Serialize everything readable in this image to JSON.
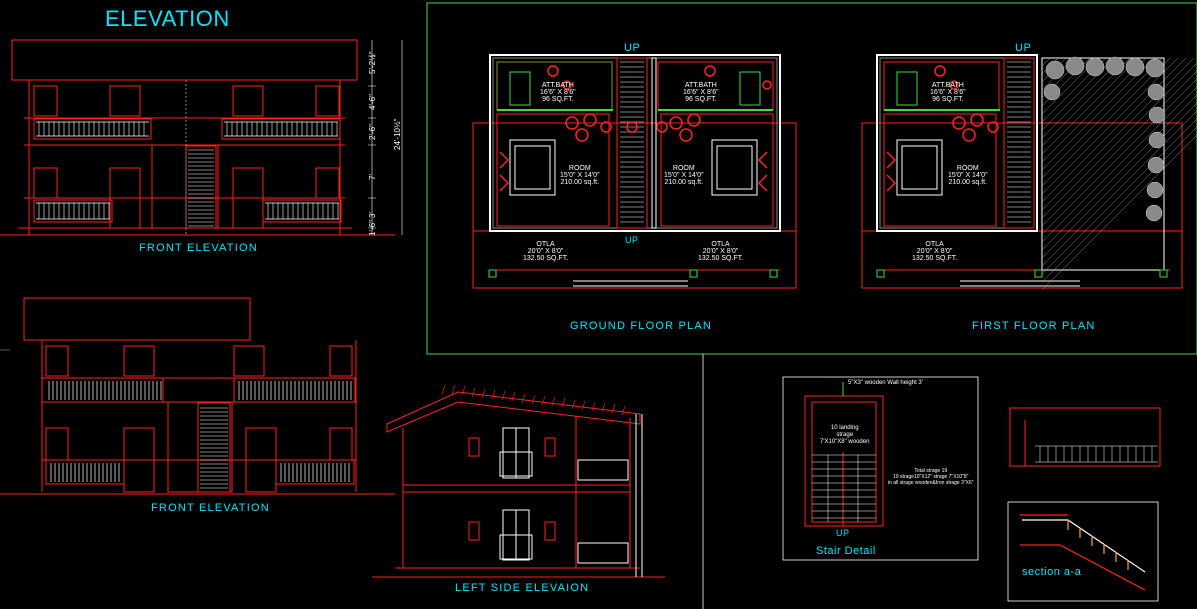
{
  "title": "ELEVATION",
  "labels": {
    "front_elevation_top": "FRONT ELEVATION",
    "front_elevation_bottom": "FRONT ELEVATION",
    "left_side": "LEFT SIDE ELEVAION",
    "ground_floor": "GROUND FLOOR PLAN",
    "first_floor": "FIRST FLOOR PLAN",
    "stair_detail": "Stair Detail",
    "section_aa": "section a-a"
  },
  "dimensions": [
    "5'-2½\"",
    "4'-6\"",
    "2'-6\"",
    "7'",
    "3'",
    "1'-6\"",
    "24'-10½\""
  ],
  "rooms": {
    "att_bath": "ATT.BATH",
    "att_bath_size": "16'6\" X 8'6\"",
    "att_bath_area": "96 SQ.FT.",
    "room": "ROOM",
    "room_size": "15'0\" X 14'0\"",
    "room_area": "210.00 sq.ft.",
    "otla": "OTLA",
    "otla_size": "20'0\" X 8'0\"",
    "otla_area": "132.50 SQ.FT.",
    "up": "UP"
  },
  "stair": {
    "top_note": "5\"X3\" wooden Wall height 3'",
    "landing_note": "10 landing\nstrage\n7'X10\"X8\" wooden",
    "total_note": "Total strage 19\n19 strage10\"X12\" strage 7\"X10\"8\"\nin all strage wooden&Iron strage 3\"X6\"",
    "up": "UP"
  }
}
